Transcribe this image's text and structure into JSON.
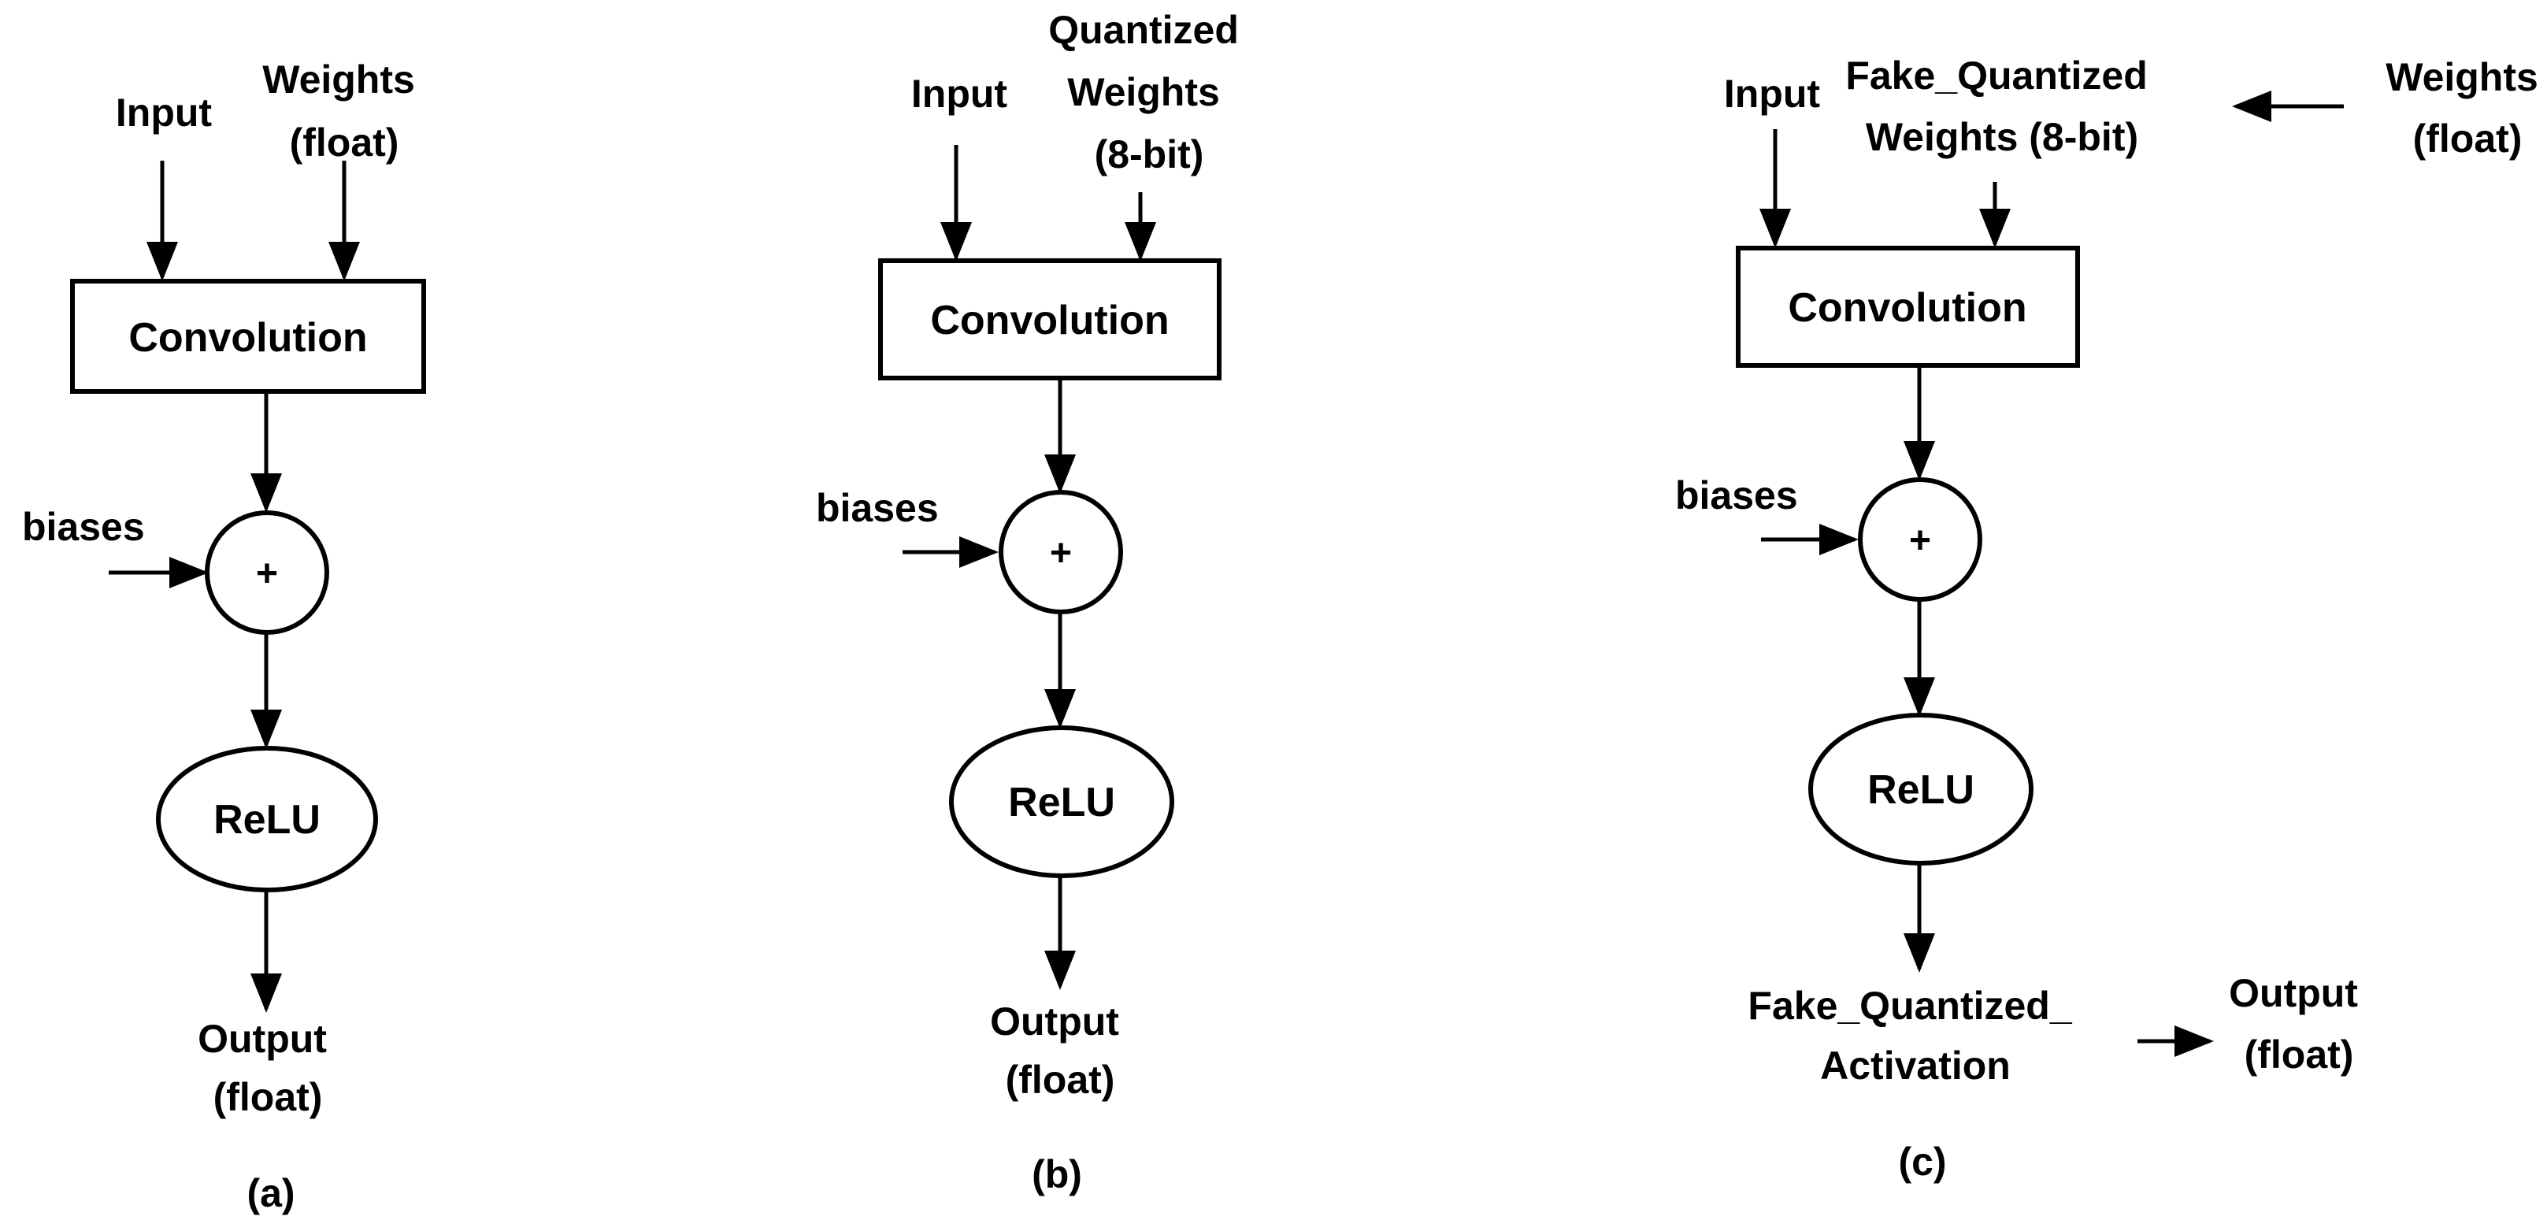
{
  "panels": [
    {
      "caption": "(a)",
      "input_label": "Input",
      "weights_label": [
        "Weights",
        "(float)"
      ],
      "conv_label": "Convolution",
      "bias_label": "biases",
      "sum_symbol": "+",
      "relu_label": "ReLU",
      "output_label": [
        "Output",
        "(float)"
      ]
    },
    {
      "caption": "(b)",
      "input_label": "Input",
      "weights_label": [
        "Quantized",
        "Weights",
        "(8-bit)"
      ],
      "conv_label": "Convolution",
      "bias_label": "biases",
      "sum_symbol": "+",
      "relu_label": "ReLU",
      "output_label": [
        "Output",
        "(float)"
      ]
    },
    {
      "caption": "(c)",
      "input_label": "Input",
      "weights_label": [
        "Fake_Quantized",
        "Weights (8-bit)"
      ],
      "source_weights_label": [
        "Weights",
        "(float)"
      ],
      "conv_label": "Convolution",
      "bias_label": "biases",
      "sum_symbol": "+",
      "relu_label": "ReLU",
      "activation_label": [
        "Fake_Quantized_",
        "Activation"
      ],
      "output_label": [
        "Output",
        "(float)"
      ]
    }
  ]
}
